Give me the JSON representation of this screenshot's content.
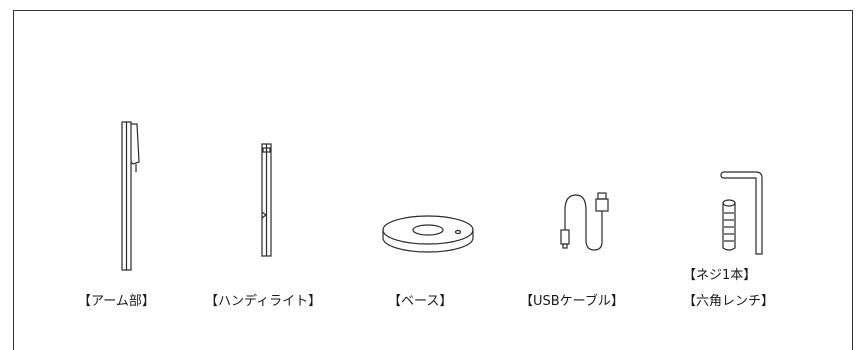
{
  "items": [
    {
      "label": "【アーム部】",
      "icon": "arm-part-icon"
    },
    {
      "label": "【ハンディライト】",
      "icon": "handy-light-icon"
    },
    {
      "label": "【ベース】",
      "icon": "base-icon"
    },
    {
      "label": "【USBケーブル】",
      "icon": "usb-cable-icon"
    },
    {
      "label_line1": "【ネジ1本】",
      "label_line2": "【六角レンチ】",
      "icon": "screw-and-hex-wrench-icon"
    }
  ],
  "colors": {
    "line": "#2a2a2a",
    "background": "#ffffff"
  }
}
